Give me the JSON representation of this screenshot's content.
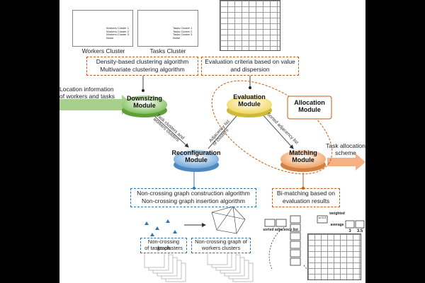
{
  "clusters": {
    "workers_label": "Workers Cluster",
    "tasks_label": "Tasks Cluster",
    "workers_legend": [
      "Workers Cluster 1",
      "Workers Cluster 2",
      "Workers Cluster 3",
      "Noise"
    ],
    "tasks_legend": [
      "Tasks Cluster 1",
      "Tasks Cluster 2",
      "Tasks Cluster 3",
      "Noise"
    ]
  },
  "boxes": {
    "clustering_line1": "Density-based clustering algorithm",
    "clustering_line2": "Multivariate clustering algorithm",
    "evaluation_line1": "Evaluation criteria based on value",
    "evaluation_line2": "and dispersion",
    "graph_line1": "Non-crossing graph construction algorithm",
    "graph_line2": "Non-crossing graph insertion algorithm",
    "bimatch_line1": "Bi-matching based on",
    "bimatch_line2": "evaluation results",
    "tasks_graph_line1": "Non-crossing graph",
    "tasks_graph_line2": "of tasks clusters",
    "workers_graph_line1": "Non-crossing graph of",
    "workers_graph_line2": "workers clusters"
  },
  "input": {
    "line1": "Location information",
    "line2": "of workers and tasks"
  },
  "output": {
    "line1": "Task allocation",
    "line2": "scheme"
  },
  "modules": {
    "downsizing": [
      "Downsizing",
      "Module"
    ],
    "reconfiguration": [
      "Reconfiguration",
      "Module"
    ],
    "evaluation": [
      "Evaluation",
      "Module"
    ],
    "matching": [
      "Matching",
      "Module"
    ],
    "allocation": [
      "Allocation",
      "Module"
    ]
  },
  "edges": {
    "task_workers_clusters": [
      "Task clusters and",
      "workers clusters"
    ],
    "adjacency": [
      "Adjacency list",
      "of clusters"
    ],
    "sorted_adjacency": "Sorted adjacency list"
  },
  "matching_detail": {
    "sorted_list_label": "sorted adjacency list",
    "weighted_label": "weighted",
    "average_label": "average",
    "w_label": "w=0.5",
    "values": [
      "3",
      "3.5"
    ]
  },
  "colors": {
    "downsizing": "#7fbf5a",
    "reconfiguration": "#6fa8dc",
    "evaluation": "#f0d85a",
    "matching": "#f0a060",
    "input_arrow": "#a8d08d",
    "output_arrow": "#f4b183",
    "orange_border": "#c55a11",
    "blue_border": "#2e75b6"
  }
}
